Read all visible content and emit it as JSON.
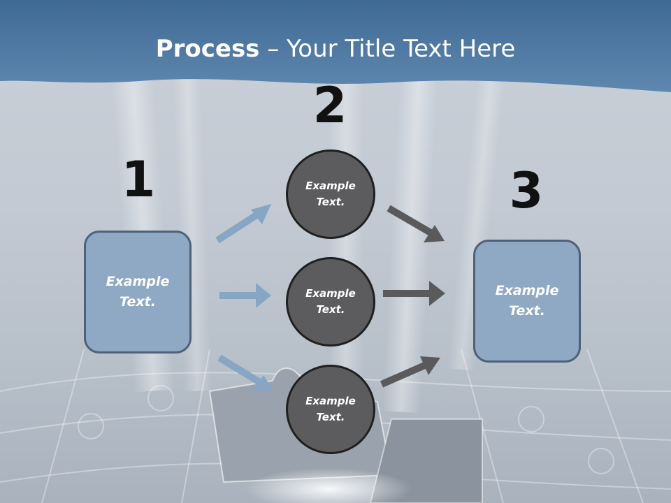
{
  "title": {
    "bold": "Process",
    "rest": " – Your Title Text Here"
  },
  "steps": {
    "one": "1",
    "two": "2",
    "three": "3"
  },
  "left_box": {
    "line1": "Example",
    "line2": "Text."
  },
  "right_box": {
    "line1": "Example",
    "line2": "Text."
  },
  "circles": [
    {
      "line1": "Example",
      "line2": "Text."
    },
    {
      "line1": "Example",
      "line2": "Text."
    },
    {
      "line1": "Example",
      "line2": "Text."
    }
  ],
  "colors": {
    "header_band": "#4f7aa3",
    "box_fill": "#8fa9c4",
    "circle_fill": "#5c5c5e",
    "arrow_light": "#86a6c4",
    "arrow_dark": "#5a5a5c"
  }
}
